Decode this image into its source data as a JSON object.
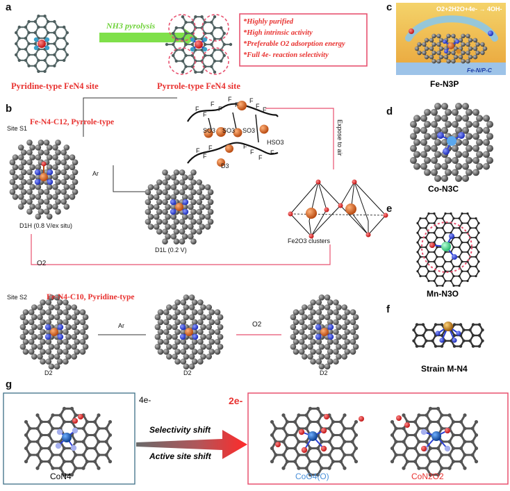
{
  "panels": {
    "a": {
      "letter": "a",
      "arrow_label": "NH3 pyrolysis",
      "left_caption": "Pyridine-type FeN4 site",
      "right_caption": "Pyrrole-type FeN4 site",
      "features": [
        "*Highly purified",
        "*High intrinsic activity",
        "*Preferable O2 adsorption energy",
        "*Full 4e- reaction selectivity"
      ]
    },
    "b": {
      "letter": "b",
      "site_s1": "Site S1",
      "site_s1_title": "Fe-N4-C12, Pyrrole-type",
      "d1h": "D1H (0.8 V/ex situ)",
      "d1l": "D1L (0.2 V)",
      "d3": "D3",
      "fe2o3": "Fe2O3 clusters",
      "expose": "Expose to air",
      "ar": "Ar",
      "o2": "O2",
      "so3": "SO3",
      "hso3": "HSO3",
      "f": "F",
      "site_s2": "Site S2",
      "site_s2_title": "Fe-N4-C10, Pyridine-type",
      "d2": "D2"
    },
    "c": {
      "letter": "c",
      "reaction": "O2+2H2O+4e- → 4OH-",
      "support": "Fe-N/P-C",
      "caption": "Fe-N3P"
    },
    "d": {
      "letter": "d",
      "caption": "Co-N3C"
    },
    "e": {
      "letter": "e",
      "caption": "Mn-N3O"
    },
    "f": {
      "letter": "f",
      "caption": "Strain M-N4"
    },
    "g": {
      "letter": "g",
      "four_e": "4e-",
      "two_e": "2e-",
      "selectivity": "Selectivity shift",
      "active": "Active site shift",
      "con4": "CoN4",
      "coo4": "CoO4(O)",
      "con2o2": "CoN2O2"
    }
  },
  "colors": {
    "red": "#e8312f",
    "pink": "#e8516f",
    "green": "#7fe04a",
    "blue_text": "#4a90d9",
    "carbon": "#555555",
    "nitrogen": "#2b3fd6",
    "iron": "#d5641e"
  }
}
